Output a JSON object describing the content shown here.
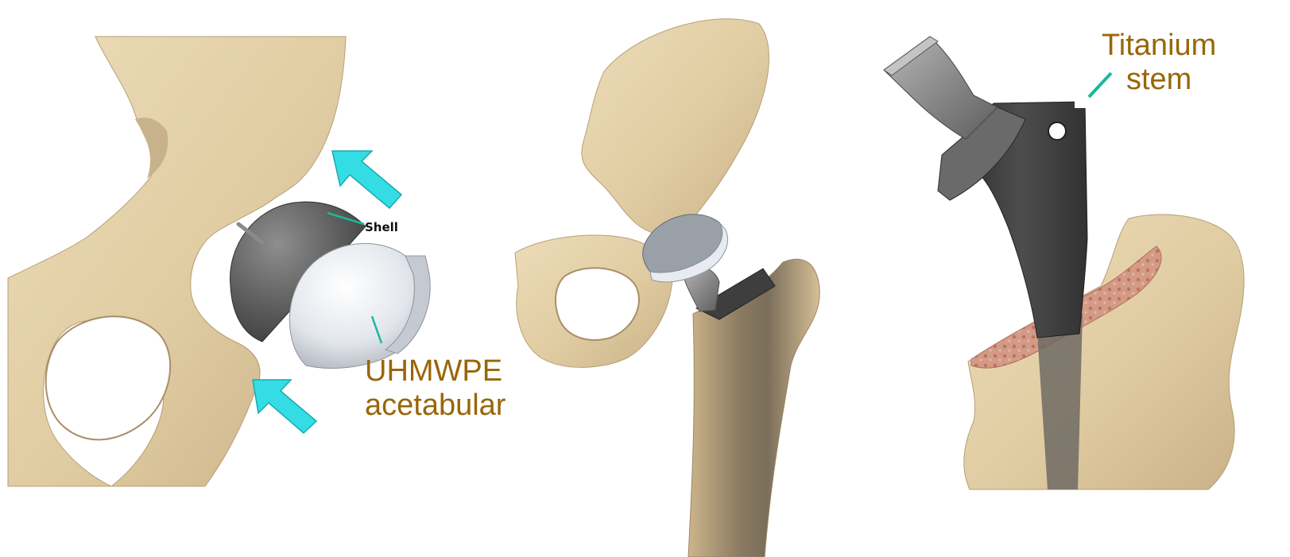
{
  "figure": {
    "panels": [
      {
        "name": "acetabular-components"
      },
      {
        "name": "assembled-hip-prosthesis"
      },
      {
        "name": "femoral-stem-in-femur"
      }
    ],
    "labels": {
      "shell": "Shell",
      "uhmwpe_line1": "UHMWPE",
      "uhmwpe_line2": "acetabular",
      "titanium_line1": "Titanium",
      "titanium_line2": "stem"
    },
    "colors": {
      "label_text": "#99660a",
      "leader_line": "#1ab89a",
      "arrows": "#33dde3",
      "bone": "#e2cfa6",
      "bone_shadow": "#c4ad84",
      "metal_dark": "#4b4b4b",
      "metal_light": "#e4e8ee",
      "cancellous": "#d39a86"
    },
    "icons": {
      "arrows": "insertion-arrow-icon"
    }
  }
}
